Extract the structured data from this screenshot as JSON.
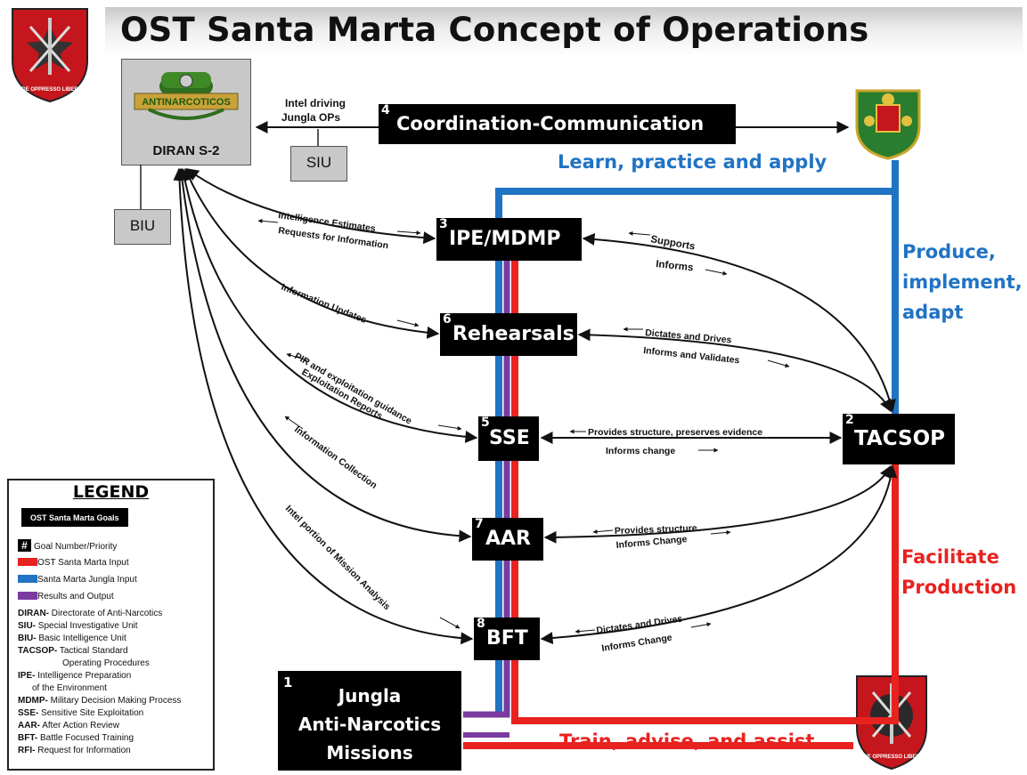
{
  "title": "OST Santa Marta Concept of Operations",
  "colors": {
    "ost_input": "#e8221f",
    "jungla_input": "#2173c4",
    "results_output": "#7a3aa0",
    "box_bg": "#000000",
    "grey_box": "#c8c8c8"
  },
  "logos": {
    "top_left": "special-forces-crest",
    "bottom_right": "special-forces-crest",
    "top_right": "colombian-police-crest",
    "diran": "antinarcoticos-emblem",
    "crest_motto": "DE OPPRESSO LIBER",
    "diran_banner": "ANTINARCOTICOS"
  },
  "entities": {
    "diran": "DIRAN S-2",
    "siu": "SIU",
    "biu": "BIU"
  },
  "goals": [
    {
      "num": "1",
      "line1": "Jungla",
      "line2": "Anti-Narcotics",
      "line3": "Missions"
    },
    {
      "num": "2",
      "label": "TACSOP"
    },
    {
      "num": "3",
      "label": "IPE/MDMP"
    },
    {
      "num": "4",
      "label": "Coordination-Communication"
    },
    {
      "num": "5",
      "label": "SSE"
    },
    {
      "num": "6",
      "label": "Rehearsals"
    },
    {
      "num": "7",
      "label": "AAR"
    },
    {
      "num": "8",
      "label": "BFT"
    }
  ],
  "flow_labels": {
    "learn": "Learn, practice and apply",
    "produce1": "Produce,",
    "produce2": "implement,",
    "produce3": "adapt",
    "facilitate1": "Facilitate",
    "facilitate2": "Production",
    "train": "Train, advise, and assist"
  },
  "arrow_labels": {
    "intel_driving1": "Intel driving",
    "intel_driving2": "Jungla OPs",
    "intel_estimates": "Intelligence Estimates",
    "rfi": "Requests for Information",
    "info_updates": "Information Updates",
    "pir": "PIR and exploitation guidance",
    "exploitation_reports": "Exploitation Reports",
    "info_collection": "Information Collection",
    "intel_portion": "Intel portion of Mission Analysis",
    "supports": "Supports",
    "informs": "Informs",
    "dictates1": "Dictates and Drives",
    "informs_validates": "Informs and Validates",
    "provides_evidence": "Provides structure, preserves evidence",
    "informs_change_sse": "Informs change",
    "provides_structure": "Provides structure",
    "informs_change_aar": "Informs Change",
    "dictates2": "Dictates and Drives",
    "informs_change_bft": "Informs Change"
  },
  "legend": {
    "title": "LEGEND",
    "goals_label": "OST Santa Marta Goals",
    "hash": "#",
    "items": [
      {
        "text": "Goal Number/Priority"
      },
      {
        "text": "OST Santa Marta Input",
        "color": "#e8221f"
      },
      {
        "text": "Santa Marta Jungla Input",
        "color": "#2173c4"
      },
      {
        "text": "Results and Output",
        "color": "#7a3aa0"
      }
    ],
    "abbreviations": [
      {
        "abbr": "DIRAN-",
        "text": " Directorate of Anti-Narcotics"
      },
      {
        "abbr": "SIU-",
        "text": " Special Investigative Unit"
      },
      {
        "abbr": "BIU-",
        "text": " Basic Intelligence Unit"
      },
      {
        "abbr": "TACSOP-",
        "text": " Tactical Standard"
      },
      {
        "abbr": "",
        "text": "Operating Procedures"
      },
      {
        "abbr": "IPE-",
        "text": " Intelligence Preparation"
      },
      {
        "abbr": "",
        "text": "of the Environment"
      },
      {
        "abbr": "MDMP-",
        "text": " Military Decision Making Process"
      },
      {
        "abbr": "SSE-",
        "text": " Sensitive Site Exploitation"
      },
      {
        "abbr": "AAR-",
        "text": " After Action Review"
      },
      {
        "abbr": "BFT-",
        "text": " Battle Focused Training"
      },
      {
        "abbr": "RFI-",
        "text": " Request for Information"
      }
    ]
  }
}
